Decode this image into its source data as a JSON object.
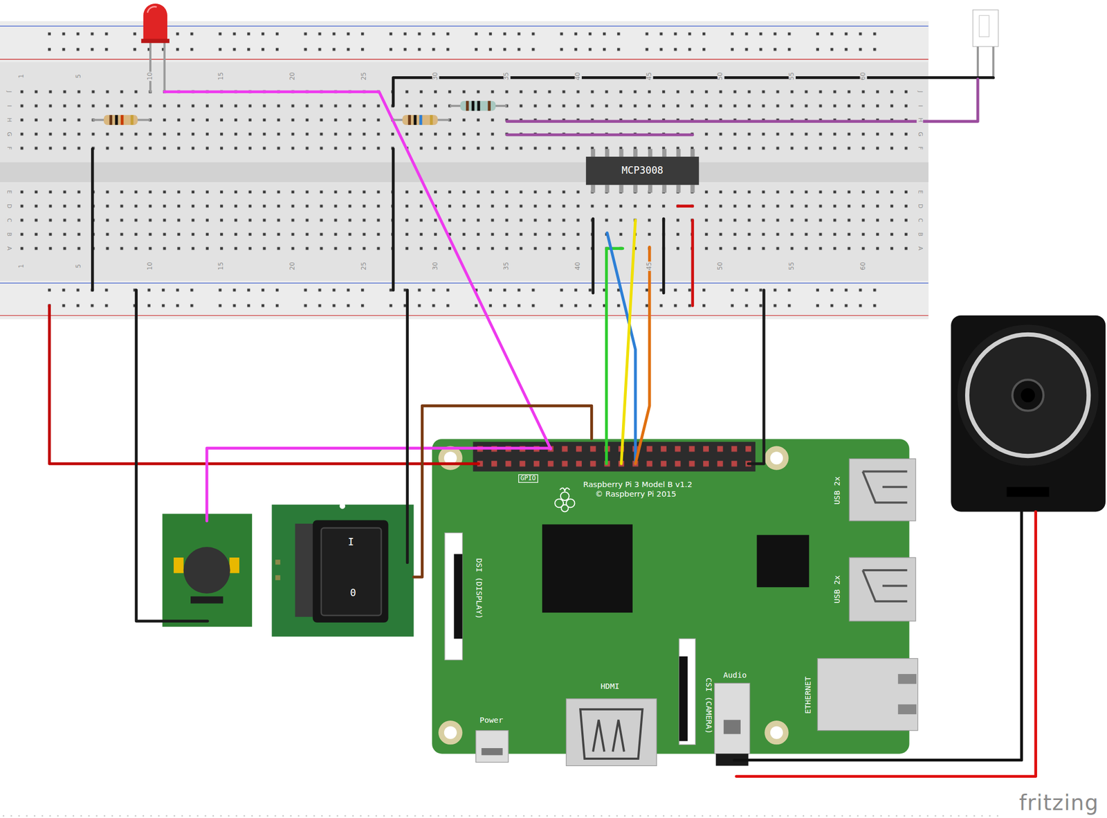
{
  "diagram": {
    "nodes": [
      {
        "text": [
          "GPIO",
          "Raspberry Pi 3 Model B v1.2",
          "© Raspberry Pi 2015",
          "DSI (DISPLAY)",
          "USB 2x",
          "USB 2x",
          "HDMI",
          "CSI (CAMERA)",
          "Audio",
          "ETHERNET",
          "Power"
        ]
      },
      {
        "text": [
          "MCP3008"
        ]
      },
      {
        "text": [
          "I",
          "0"
        ]
      }
    ],
    "edges": [
      {
        "from": 2,
        "to": 0,
        "arrow": "none"
      }
    ],
    "labels": [
      "1",
      "5",
      "10",
      "15",
      "20",
      "25",
      "30",
      "35",
      "40",
      "45",
      "50",
      "55",
      "60",
      "1",
      "5",
      "10",
      "15",
      "20",
      "25",
      "30",
      "35",
      "40",
      "45",
      "50",
      "55",
      "60",
      "J",
      "I",
      "H",
      "G",
      "F",
      "E",
      "D",
      "C",
      "B",
      "A",
      "J",
      "I",
      "H",
      "G",
      "F",
      "E",
      "D",
      "C",
      "B",
      "A",
      "fritzing"
    ]
  }
}
